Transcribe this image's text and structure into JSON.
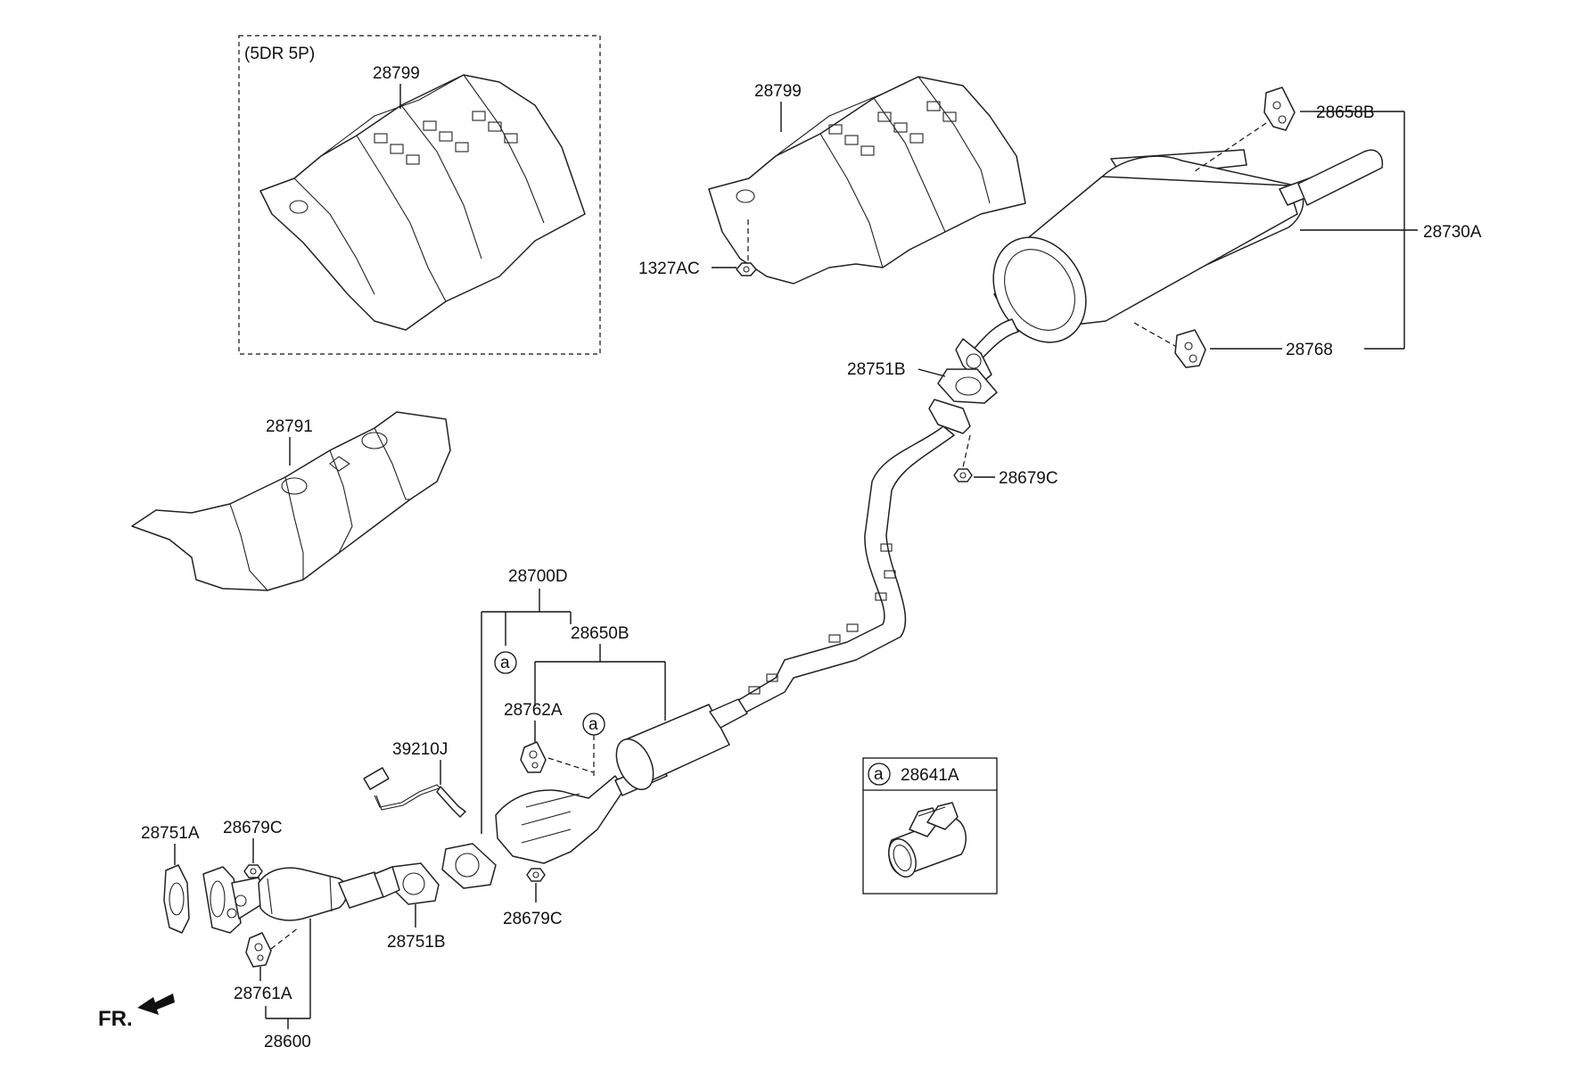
{
  "labels": {
    "box_variant": "(5DR 5P)",
    "heat_shield_upper_boxed": "28799",
    "heat_shield_upper": "28799",
    "nut_1327ac": "1327AC",
    "hanger_28658b": "28658B",
    "muffler_28730a": "28730A",
    "hanger_28768": "28768",
    "gasket_28751b_rear": "28751B",
    "nut_28679c_rear": "28679C",
    "heat_shield_28791": "28791",
    "assy_28700d": "28700D",
    "center_28650b": "28650B",
    "hanger_28762a": "28762A",
    "sensor_39210j": "39210J",
    "gasket_28751a": "28751A",
    "nut_28679c_front": "28679C",
    "gasket_28751b_front": "28751B",
    "nut_28679c_mid": "28679C",
    "hanger_28761a": "28761A",
    "front_pipe_28600": "28600",
    "clamp_28641a": "28641A",
    "callout_a_1": "a",
    "callout_a_2": "a",
    "callout_a_3": "a",
    "direction": "FR."
  }
}
